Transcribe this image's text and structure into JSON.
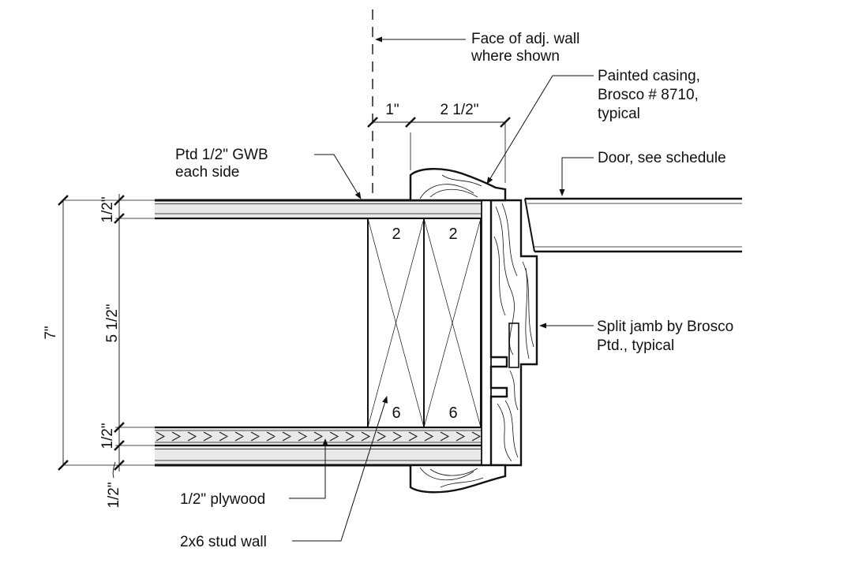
{
  "labels": {
    "face_wall_1": "Face of adj. wall",
    "face_wall_2": "where shown",
    "casing_1": "Painted casing,",
    "casing_2": "Brosco # 8710,",
    "casing_3": "typical",
    "gwb_1": "Ptd 1/2\" GWB",
    "gwb_2": "each side",
    "door": "Door, see schedule",
    "jamb_1": "Split jamb by Brosco",
    "jamb_2": "Ptd., typical",
    "plywood": "1/2\" plywood",
    "stud_wall": "2x6 stud wall"
  },
  "dimensions": {
    "top_1in": "1\"",
    "top_2half": "2 1/2\"",
    "left_top_half": "1/2\"",
    "left_core": "5 1/2\"",
    "left_bottom_half_a": "1/2\"",
    "left_bottom_half_b": "1/2\"",
    "overall": "7\""
  },
  "stud_marks": {
    "top_left": "2",
    "top_right": "2",
    "bottom_left": "6",
    "bottom_right": "6"
  }
}
